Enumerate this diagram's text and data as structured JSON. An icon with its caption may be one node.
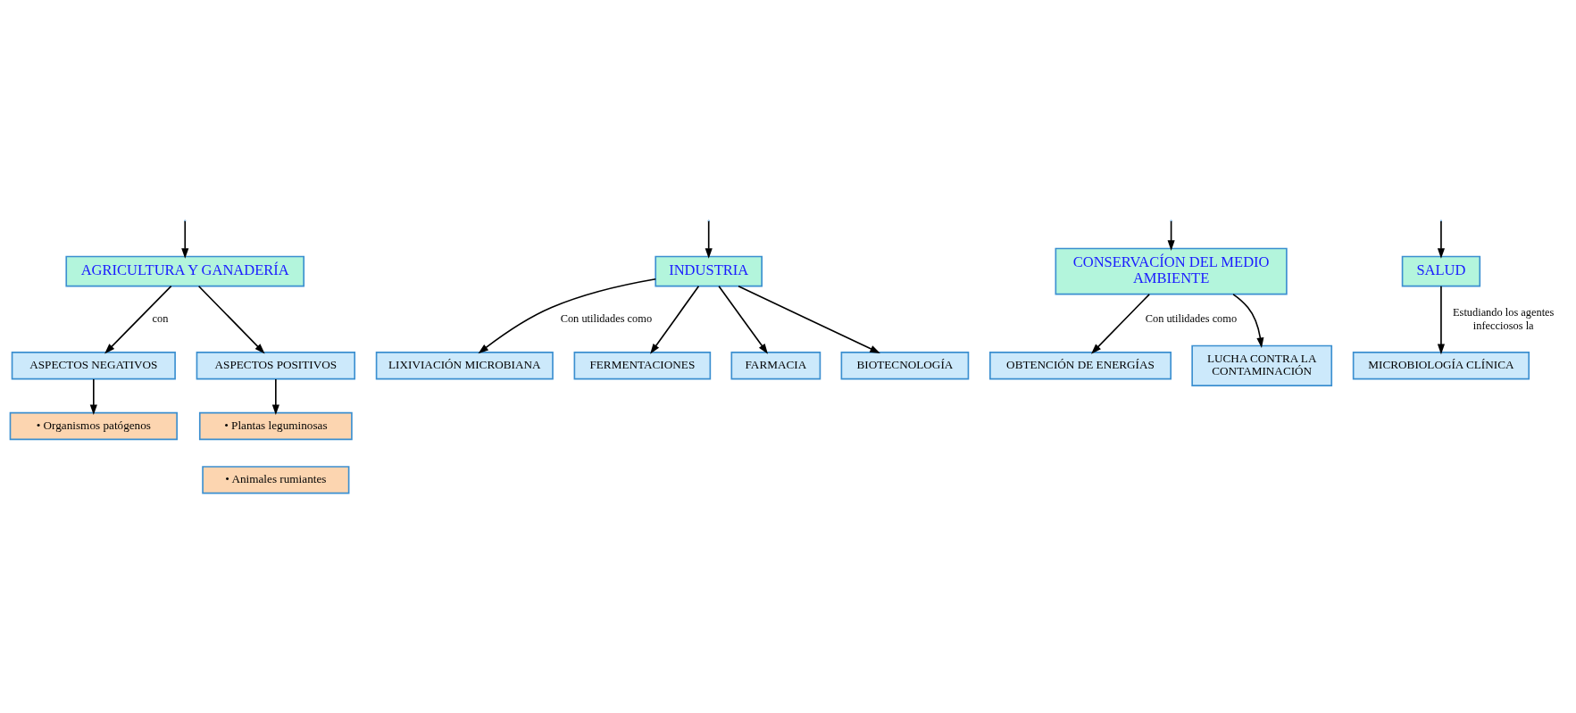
{
  "diagram": {
    "nodes": [
      {
        "text": [
          "AGRICULTURA Y GANADERÍA"
        ]
      },
      {
        "text": [
          "INDUSTRIA"
        ]
      },
      {
        "text": [
          "CONSERVACÍON DEL MEDIO AMBIENTE"
        ]
      },
      {
        "text": [
          "SALUD"
        ]
      },
      {
        "text": [
          "ASPECTOS NEGATIVOS"
        ]
      },
      {
        "text": [
          "• Organismos patógenos"
        ]
      },
      {
        "text": [
          "ASPECTOS POSITIVOS"
        ]
      },
      {
        "text": [
          "• Plantas leguminosas"
        ]
      },
      {
        "text": [
          "• Animales rumiantes"
        ]
      },
      {
        "text": [
          "LIXIVIACIÓN MICROBIANA"
        ]
      },
      {
        "text": [
          "FERMENTACIONES"
        ]
      },
      {
        "text": [
          "FARMACIA"
        ]
      },
      {
        "text": [
          "BIOTECNOLOGÍA"
        ]
      },
      {
        "text": [
          "OBTENCIÓN DE ENERGÍAS"
        ]
      },
      {
        "text": [
          "LUCHA CONTRA LA CONTAMINACIÓN"
        ]
      },
      {
        "text": [
          "MICROBIOLOGÍA CLÍNICA"
        ]
      }
    ],
    "edges": [
      {
        "from": null,
        "to": 0,
        "arrow": "to"
      },
      {
        "from": null,
        "to": 1,
        "arrow": "to"
      },
      {
        "from": null,
        "to": 2,
        "arrow": "to"
      },
      {
        "from": null,
        "to": 3,
        "arrow": "to"
      },
      {
        "from": 0,
        "to": 4,
        "arrow": "to",
        "label": "con"
      },
      {
        "from": 0,
        "to": 6,
        "arrow": "to"
      },
      {
        "from": 4,
        "to": 5,
        "arrow": "to"
      },
      {
        "from": 6,
        "to": 7,
        "arrow": "to"
      },
      {
        "from": 1,
        "to": 9,
        "arrow": "to",
        "label": "Con utilidades como"
      },
      {
        "from": 1,
        "to": 10,
        "arrow": "to"
      },
      {
        "from": 1,
        "to": 11,
        "arrow": "to"
      },
      {
        "from": 1,
        "to": 12,
        "arrow": "to"
      },
      {
        "from": 2,
        "to": 13,
        "arrow": "to",
        "label": "Con utilidades como"
      },
      {
        "from": 2,
        "to": 14,
        "arrow": "to"
      },
      {
        "from": 3,
        "to": 15,
        "arrow": "to",
        "label": "Estudiando los agentes infecciosos la"
      }
    ]
  }
}
